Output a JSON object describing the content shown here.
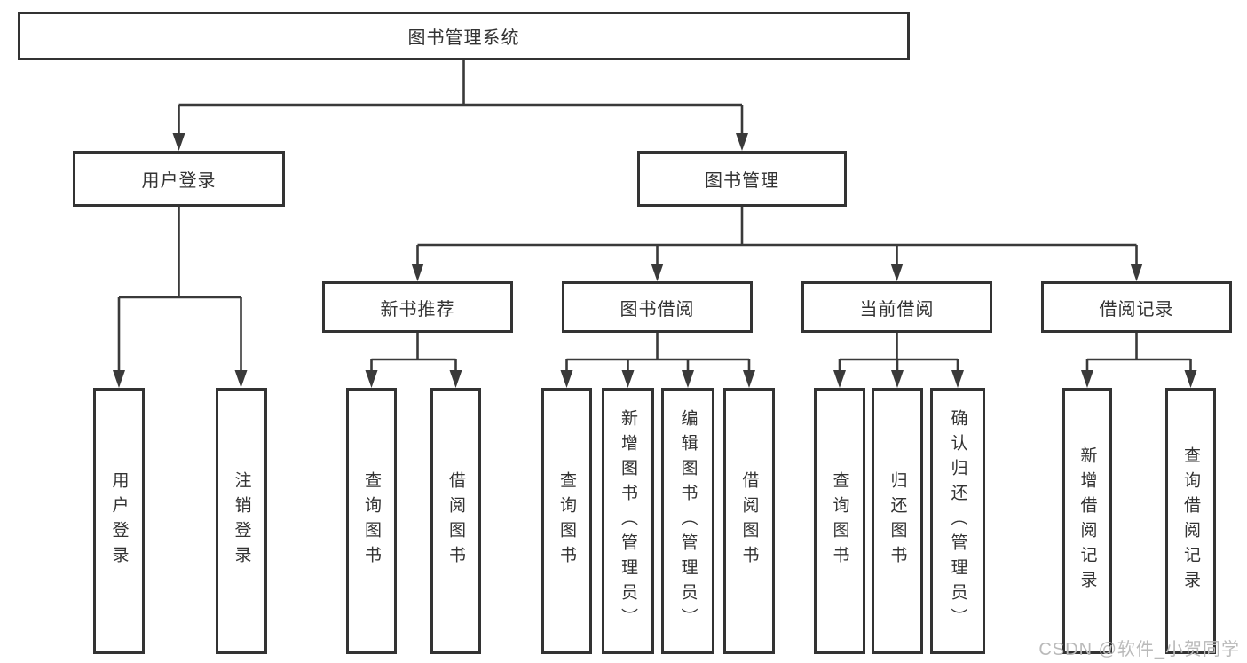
{
  "nodes": {
    "root": "图书管理系统",
    "level2": [
      "用户登录",
      "图书管理"
    ],
    "level3": [
      "新书推荐",
      "图书借阅",
      "当前借阅",
      "借阅记录"
    ],
    "leaves": [
      "用户登录",
      "注销登录",
      "查询图书",
      "借阅图书",
      "查询图书",
      "新增图书（管理员）",
      "编辑图书（管理员）",
      "借阅图书",
      "查询图书",
      "归还图书",
      "确认归还（管理员）",
      "新增借阅记录",
      "查询借阅记录"
    ]
  },
  "watermark": "CSDN @软件_小贺同学",
  "colors": {
    "line": "#3a3a3a",
    "border": "#333333",
    "fill": "#ffffff",
    "text": "#333333",
    "watermark": "#bababa",
    "background": "#ffffff"
  }
}
